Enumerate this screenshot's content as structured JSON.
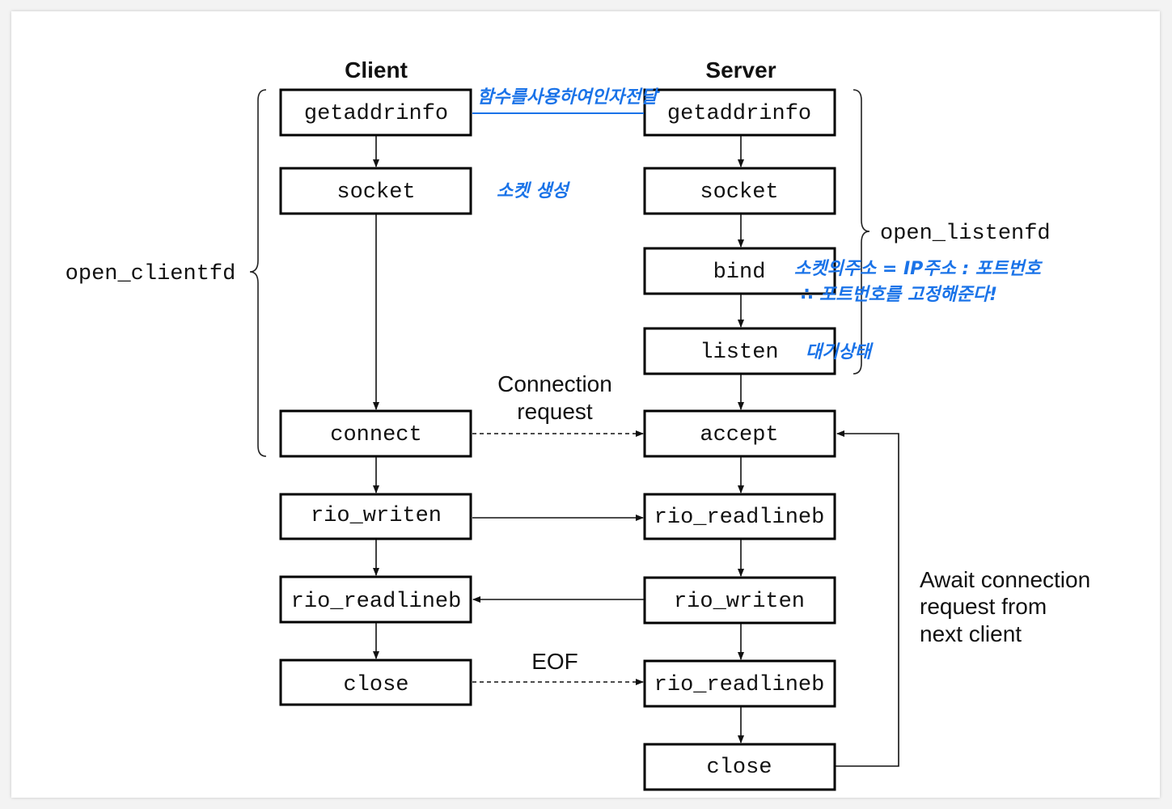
{
  "headers": {
    "client": "Client",
    "server": "Server"
  },
  "client_boxes": {
    "getaddrinfo": "getaddrinfo",
    "socket": "socket",
    "connect": "connect",
    "rio_writen": "rio_writen",
    "rio_readlineb": "rio_readlineb",
    "close": "close"
  },
  "server_boxes": {
    "getaddrinfo": "getaddrinfo",
    "socket": "socket",
    "bind": "bind",
    "listen": "listen",
    "accept": "accept",
    "rio_readlineb_1": "rio_readlineb",
    "rio_writen": "rio_writen",
    "rio_readlineb_2": "rio_readlineb",
    "close": "close"
  },
  "brace_labels": {
    "open_clientfd": "open_clientfd",
    "open_listenfd": "open_listenfd"
  },
  "edge_labels": {
    "connection_request": [
      "Connection",
      "request"
    ],
    "eof": "EOF",
    "await": [
      "Await connection",
      "request from",
      "next client"
    ]
  },
  "annotations": {
    "pass_args": "함수를사용하여인자전달",
    "create_socket": "소켓  생성",
    "bind_note_line1": "소켓의주소 = IP주소 : 포트번호",
    "bind_note_line2": "∴ 포트번호를 고정해준다!",
    "listen_note": "대기상태"
  },
  "colors": {
    "annotation": "#1a73e8",
    "stroke": "#111111"
  }
}
